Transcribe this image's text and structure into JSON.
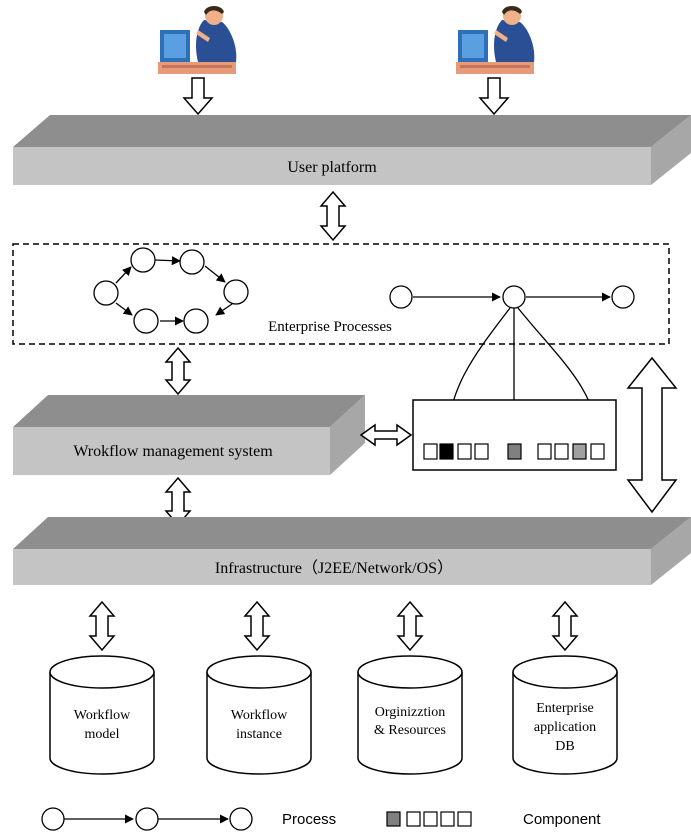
{
  "platforms": {
    "user_platform": "User platform",
    "workflow_system": "Wrokflow management system",
    "infrastructure": "Infrastructure（J2EE/Network/OS）"
  },
  "processes_label": "Enterprise Processes",
  "databases": [
    {
      "line1": "Workflow",
      "line2": "model",
      "line3": ""
    },
    {
      "line1": "Workflow",
      "line2": "instance",
      "line3": ""
    },
    {
      "line1": "Orginizztion",
      "line2": "& Resources",
      "line3": ""
    },
    {
      "line1": "Enterprise",
      "line2": "application",
      "line3": "DB"
    }
  ],
  "legend": {
    "process": "Process",
    "component": "Component"
  },
  "icons": [
    "user-at-computer-icon",
    "user-at-computer-icon"
  ],
  "colors": {
    "slab_face": "#c4c4c4",
    "slab_top": "#8e8e8e",
    "slab_side": "#a7a7a7",
    "component_dark": "#000000",
    "component_gray": "#808080",
    "line": "#000000"
  }
}
